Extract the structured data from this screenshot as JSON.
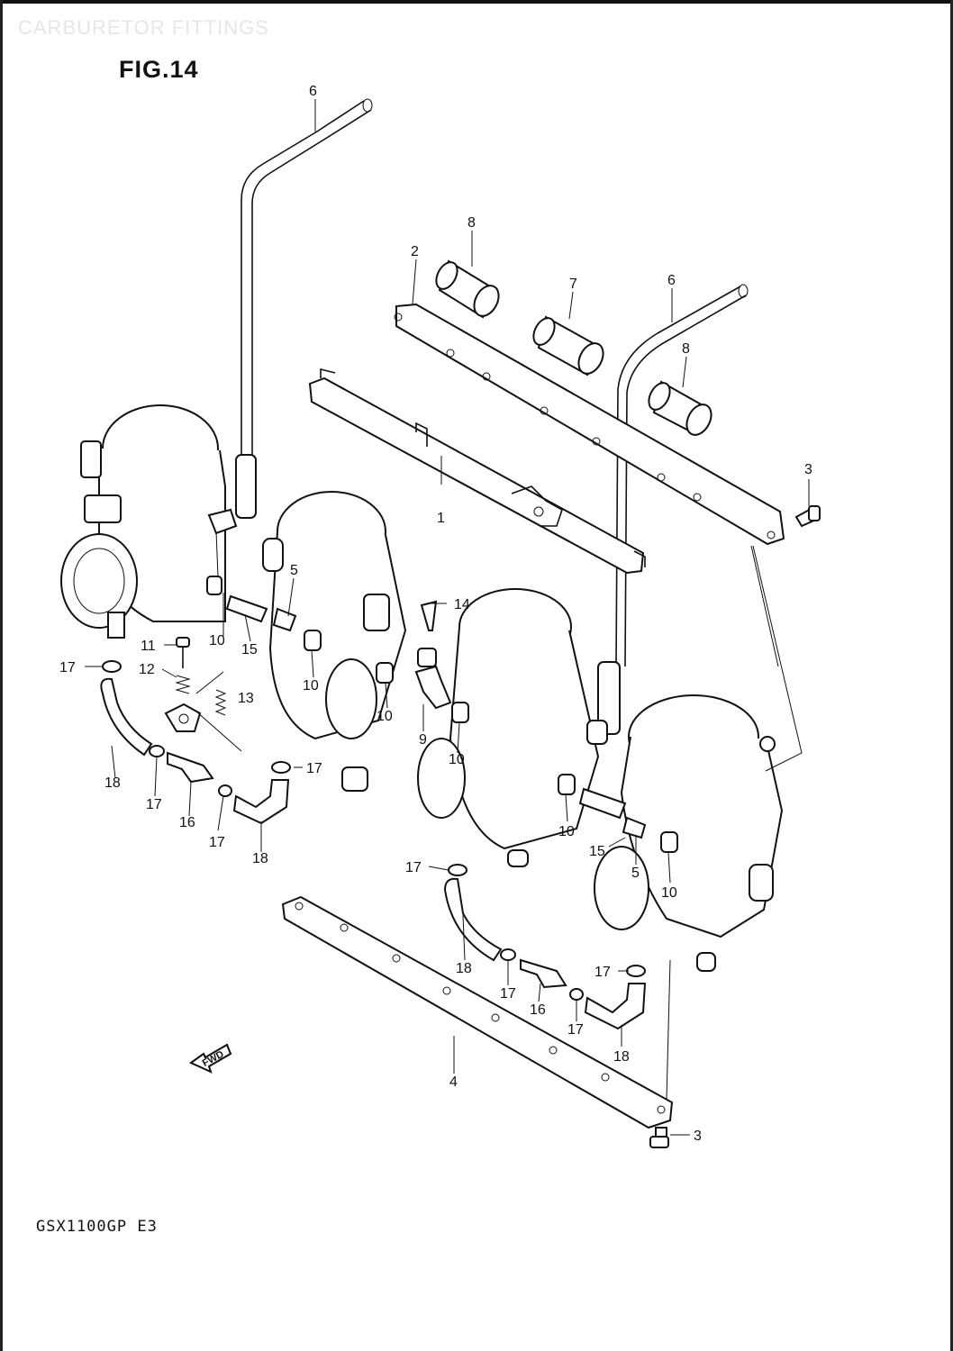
{
  "header": {
    "faint_title": "CARBURETOR FITTINGS",
    "figure_label": "FIG.14"
  },
  "footer": {
    "model_code": "GSX1100GP E3"
  },
  "fwd_arrow": {
    "label": "FWD"
  },
  "callouts": [
    {
      "id": "c6a",
      "number": "6"
    },
    {
      "id": "c8a",
      "number": "8"
    },
    {
      "id": "c2",
      "number": "2"
    },
    {
      "id": "c7",
      "number": "7"
    },
    {
      "id": "c6b",
      "number": "6"
    },
    {
      "id": "c8b",
      "number": "8"
    },
    {
      "id": "c3a",
      "number": "3"
    },
    {
      "id": "c1",
      "number": "1"
    },
    {
      "id": "c5a",
      "number": "5"
    },
    {
      "id": "c14",
      "number": "14"
    },
    {
      "id": "c11",
      "number": "11"
    },
    {
      "id": "c10a",
      "number": "10"
    },
    {
      "id": "c15a",
      "number": "15"
    },
    {
      "id": "c17a",
      "number": "17"
    },
    {
      "id": "c12",
      "number": "12"
    },
    {
      "id": "c13",
      "number": "13"
    },
    {
      "id": "c10b",
      "number": "10"
    },
    {
      "id": "c10c",
      "number": "10"
    },
    {
      "id": "c9",
      "number": "9"
    },
    {
      "id": "c10d",
      "number": "10"
    },
    {
      "id": "c17b",
      "number": "17"
    },
    {
      "id": "c18a",
      "number": "18"
    },
    {
      "id": "c17c",
      "number": "17"
    },
    {
      "id": "c16a",
      "number": "16"
    },
    {
      "id": "c17d",
      "number": "17"
    },
    {
      "id": "c18b",
      "number": "18"
    },
    {
      "id": "c10e",
      "number": "10"
    },
    {
      "id": "c15b",
      "number": "15"
    },
    {
      "id": "c5b",
      "number": "5"
    },
    {
      "id": "c10f",
      "number": "10"
    },
    {
      "id": "c17e",
      "number": "17"
    },
    {
      "id": "c18c",
      "number": "18"
    },
    {
      "id": "c17f",
      "number": "17"
    },
    {
      "id": "c16b",
      "number": "16"
    },
    {
      "id": "c17g",
      "number": "17"
    },
    {
      "id": "c17h",
      "number": "17"
    },
    {
      "id": "c18d",
      "number": "18"
    },
    {
      "id": "c4",
      "number": "4"
    },
    {
      "id": "c3b",
      "number": "3"
    }
  ]
}
